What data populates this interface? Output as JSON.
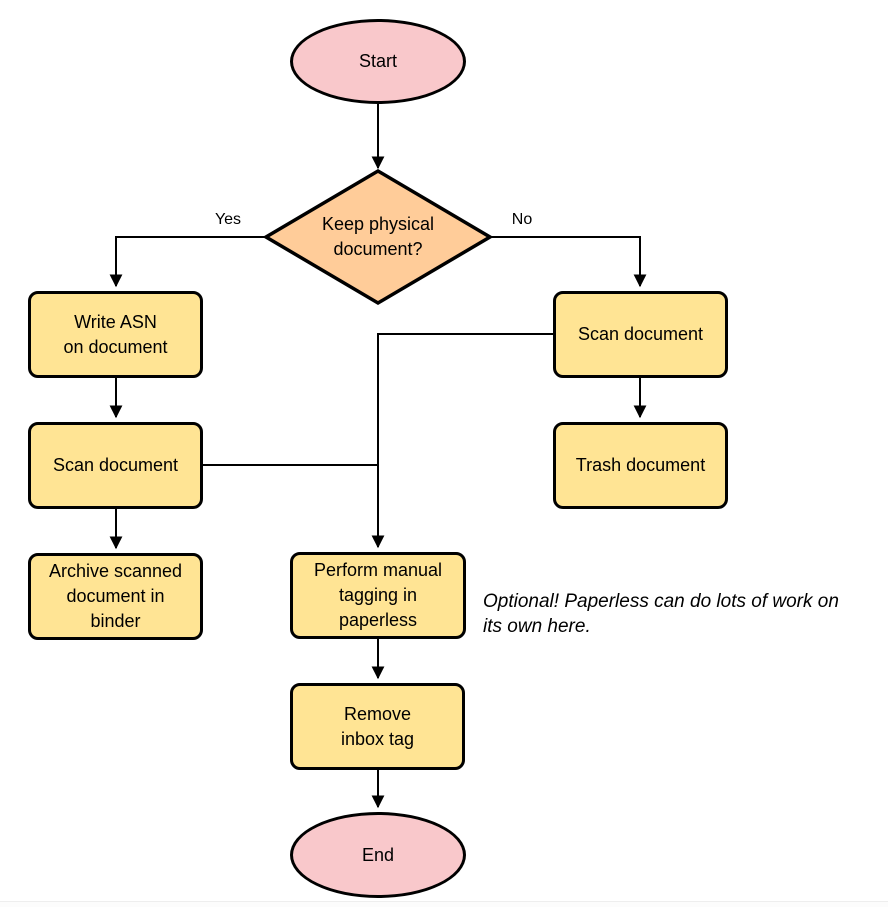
{
  "colors": {
    "background": "#ffffff",
    "stroke": "#000000",
    "terminator_fill": "#f9c8cb",
    "decision_fill": "#ffcc99",
    "process_fill": "#ffe494"
  },
  "nodes": {
    "start": {
      "type": "terminator",
      "label": "Start"
    },
    "decision": {
      "type": "decision",
      "label": "Keep physical\ndocument?"
    },
    "write_asn": {
      "type": "process",
      "label": "Write ASN\non document"
    },
    "scan_left": {
      "type": "process",
      "label": "Scan document"
    },
    "archive": {
      "type": "process",
      "label": "Archive scanned\ndocument in\nbinder"
    },
    "scan_right": {
      "type": "process",
      "label": "Scan document"
    },
    "trash": {
      "type": "process",
      "label": "Trash document"
    },
    "perform_tagging": {
      "type": "process",
      "label": "Perform manual\ntagging in\npaperless"
    },
    "remove_inbox_tag": {
      "type": "process",
      "label": "Remove\ninbox tag"
    },
    "end": {
      "type": "terminator",
      "label": "End"
    }
  },
  "edge_labels": {
    "yes": "Yes",
    "no": "No"
  },
  "edges": [
    {
      "from": "start",
      "to": "decision",
      "label": ""
    },
    {
      "from": "decision",
      "to": "write_asn",
      "label": "Yes"
    },
    {
      "from": "decision",
      "to": "scan_right",
      "label": "No"
    },
    {
      "from": "write_asn",
      "to": "scan_left",
      "label": ""
    },
    {
      "from": "scan_left",
      "to": "archive",
      "label": ""
    },
    {
      "from": "scan_left",
      "to": "perform_tagging",
      "label": ""
    },
    {
      "from": "scan_right",
      "to": "trash",
      "label": ""
    },
    {
      "from": "scan_right",
      "to": "perform_tagging",
      "label": ""
    },
    {
      "from": "perform_tagging",
      "to": "remove_inbox_tag",
      "label": ""
    },
    {
      "from": "remove_inbox_tag",
      "to": "end",
      "label": ""
    }
  ],
  "annotation": {
    "text": "Optional! Paperless can do lots of work on\nits own here."
  }
}
